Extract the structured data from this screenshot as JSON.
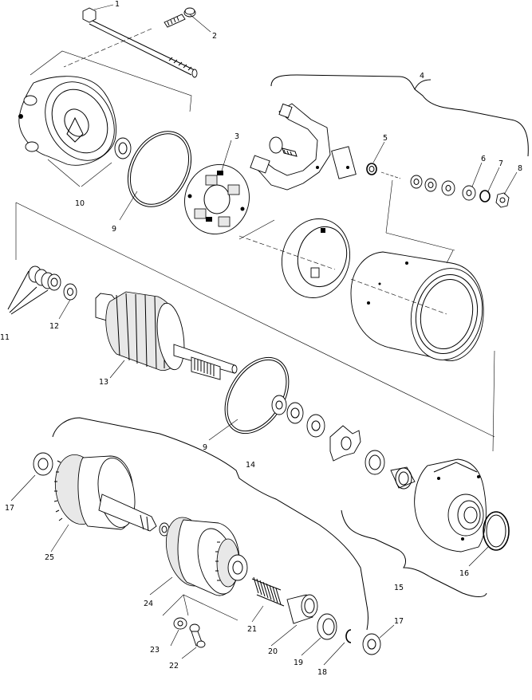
{
  "callouts": {
    "c1": "1",
    "c2": "2",
    "c3": "3",
    "c4": "4",
    "c5": "5",
    "c6": "6",
    "c7": "7",
    "c8": "8",
    "c9a": "9",
    "c9b": "9",
    "c10": "10",
    "c11": "11",
    "c12": "12",
    "c13": "13",
    "c14": "14",
    "c15": "15",
    "c16": "16",
    "c17a": "17",
    "c17b": "17",
    "c18": "18",
    "c19": "19",
    "c20": "20",
    "c21": "21",
    "c22": "22",
    "c23": "23",
    "c24": "24",
    "c25": "25"
  },
  "colors": {
    "line": "#000000",
    "background": "#ffffff",
    "shade": "#e8e8e8"
  }
}
